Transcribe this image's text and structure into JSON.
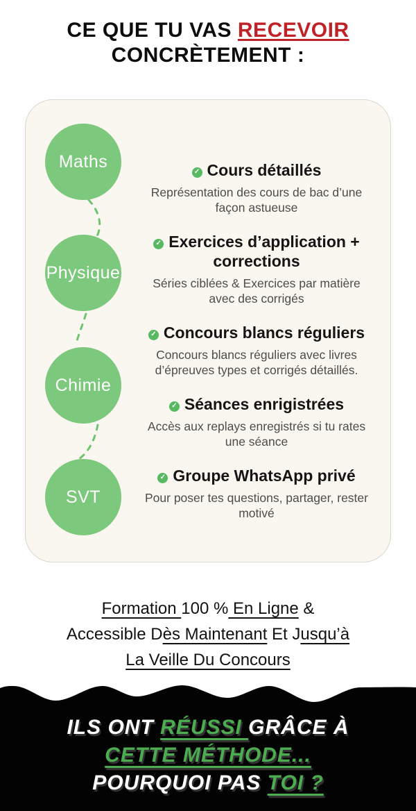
{
  "colors": {
    "accent_red": "#bf2227",
    "circle_green": "#7cc87c",
    "connector_green": "#6fc46f",
    "check_green": "#57b961",
    "footer_green": "#4bad50",
    "card_bg": "#f9f7ef",
    "footer_bg": "#030303"
  },
  "header": {
    "line1_prefix": "CE QUE TU VAS ",
    "line1_highlight": "RECEVOIR",
    "line2": "CONCRÈTEMENT :"
  },
  "card": {
    "check_glyph": "✓",
    "subjects": [
      "Maths",
      "Physique",
      "Chimie",
      "SVT"
    ],
    "features": [
      {
        "title": "Cours détaillés",
        "description": "Représentation des cours de bac d’une façon astueuse"
      },
      {
        "title": "Exercices d’application + corrections",
        "description": "Séries ciblées & Exercices par matière avec des corrigés"
      },
      {
        "title": "Concours blancs réguliers",
        "description": "Concours blancs réguliers avec livres d’épreuves types et corrigés détaillés."
      },
      {
        "title": "Séances enrigistrées",
        "description": "Accès aux replays enregistrés si tu rates une séance"
      },
      {
        "title": "Groupe WhatsApp privé",
        "description": "Pour poser tes questions, partager, rester motivé"
      }
    ]
  },
  "availability": {
    "lines": [
      [
        {
          "t": "Formation ",
          "u": true
        },
        {
          "t": "100 %",
          "u": false
        },
        {
          "t": " En Ligne",
          "u": true
        },
        {
          "t": " &",
          "u": false
        }
      ],
      [
        {
          "t": "Accessible D",
          "u": false
        },
        {
          "t": "ès Maintenant",
          "u": true
        },
        {
          "t": " Et J",
          "u": false
        },
        {
          "t": "usqu’à",
          "u": true
        }
      ],
      [
        {
          "t": "La Veille Du Concours",
          "u": true
        }
      ]
    ]
  },
  "footer": {
    "lines": [
      [
        {
          "t": "ILS ONT ",
          "green": false,
          "u": false
        },
        {
          "t": "RÉUSSI ",
          "green": true,
          "u": true
        },
        {
          "t": "GRÂCE À",
          "green": false,
          "u": false
        }
      ],
      [
        {
          "t": "CETTE MÉTHODE...",
          "green": true,
          "u": true
        }
      ],
      [
        {
          "t": "POURQUOI PAS ",
          "green": false,
          "u": false
        },
        {
          "t": "TOI ?",
          "green": true,
          "u": true
        }
      ]
    ]
  }
}
